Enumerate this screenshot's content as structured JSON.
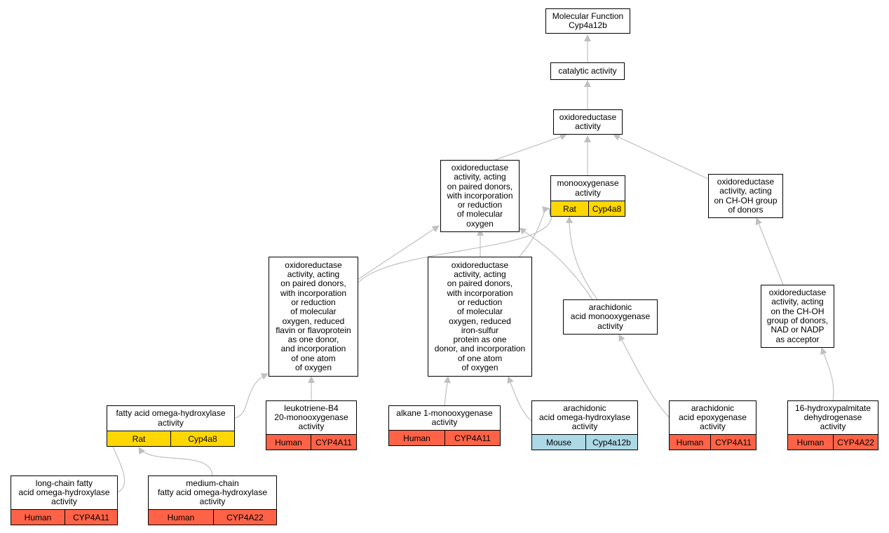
{
  "colors": {
    "edge": "#c0c0c0",
    "rat": "#ffd700",
    "human": "#ff6347",
    "mouse": "#add8e6"
  },
  "nodes": {
    "mf": {
      "label": "Molecular Function\nCyp4a12b"
    },
    "catalytic": {
      "label": "catalytic activity"
    },
    "oxidoreductase": {
      "label": "oxidoreductase\nactivity"
    },
    "paired_donors": {
      "label": "oxidoreductase\nactivity, acting\non paired donors,\nwith incorporation\nor reduction\nof molecular\noxygen"
    },
    "monooxygenase": {
      "label": "monooxygenase\nactivity",
      "annotations": [
        {
          "species": "Rat",
          "gene": "Cyp4a8"
        }
      ]
    },
    "ch_oh": {
      "label": "oxidoreductase\nactivity, acting\non CH-OH group\nof donors"
    },
    "flavin": {
      "label": "oxidoreductase\nactivity, acting\non paired donors,\nwith incorporation\nor reduction\nof molecular\noxygen, reduced\nflavin or flavoprotein\nas one donor,\nand incorporation\nof one atom\nof oxygen"
    },
    "iron_sulfur": {
      "label": "oxidoreductase\nactivity, acting\non paired donors,\nwith incorporation\nor reduction\nof molecular\noxygen, reduced\niron-sulfur\nprotein as one\ndonor, and incorporation\nof one atom\nof oxygen"
    },
    "arach_mono": {
      "label": "arachidonic\nacid monooxygenase\nactivity"
    },
    "nad": {
      "label": "oxidoreductase\nactivity, acting\non the CH-OH\ngroup of donors,\nNAD or NADP\nas acceptor"
    },
    "fa_omega": {
      "label": "fatty acid omega-hydroxylase\nactivity",
      "annotations": [
        {
          "species": "Rat",
          "gene": "Cyp4a8"
        }
      ]
    },
    "leukotriene": {
      "label": "leukotriene-B4\n20-monooxygenase\nactivity",
      "annotations": [
        {
          "species": "Human",
          "gene": "CYP4A11"
        }
      ]
    },
    "alkane": {
      "label": "alkane 1-monooxygenase\nactivity",
      "annotations": [
        {
          "species": "Human",
          "gene": "CYP4A11"
        }
      ]
    },
    "arach_omega": {
      "label": "arachidonic\nacid omega-hydroxylase\nactivity",
      "annotations": [
        {
          "species": "Mouse",
          "gene": "Cyp4a12b"
        }
      ]
    },
    "arach_epox": {
      "label": "arachidonic\nacid epoxygenase\nactivity",
      "annotations": [
        {
          "species": "Human",
          "gene": "CYP4A11"
        }
      ]
    },
    "hydroxypalmitate": {
      "label": "16-hydroxypalmitate\ndehydrogenase\nactivity",
      "annotations": [
        {
          "species": "Human",
          "gene": "CYP4A22"
        }
      ]
    },
    "long_chain": {
      "label": "long-chain fatty\nacid omega-hydroxylase\nactivity",
      "annotations": [
        {
          "species": "Human",
          "gene": "CYP4A11"
        }
      ]
    },
    "medium_chain": {
      "label": "medium-chain\nfatty acid omega-hydroxylase\nactivity",
      "annotations": [
        {
          "species": "Human",
          "gene": "CYP4A22"
        }
      ]
    }
  }
}
